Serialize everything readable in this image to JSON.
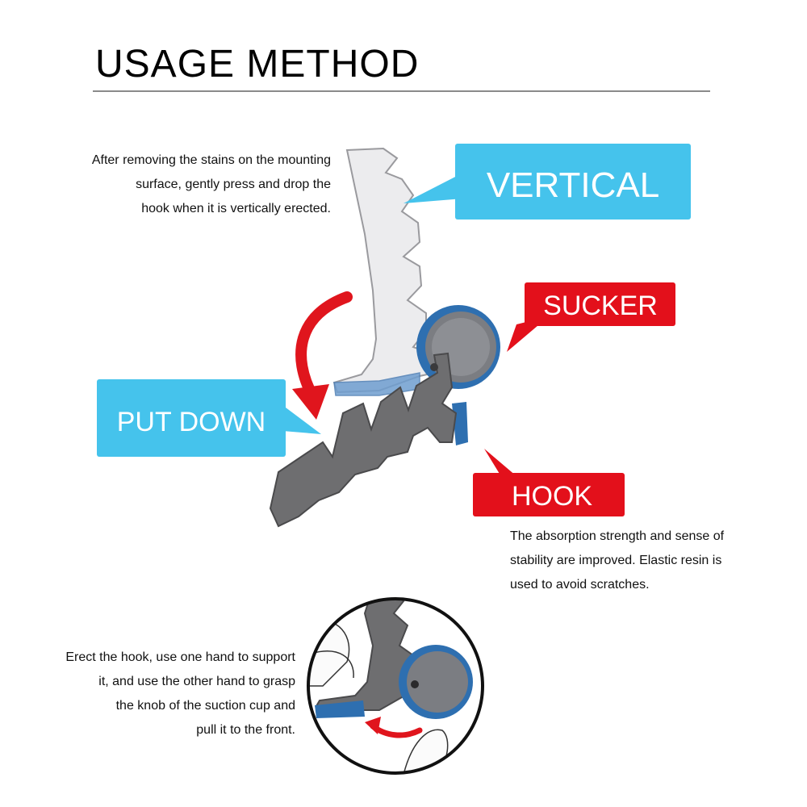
{
  "title": "USAGE METHOD",
  "labels": {
    "vertical": "VERTICAL",
    "sucker": "SUCKER",
    "put_down": "PUT DOWN",
    "hook": "HOOK"
  },
  "descriptions": {
    "top": [
      "After removing the stains on the mounting",
      "surface, gently press and drop the",
      "hook when it is vertically erected."
    ],
    "right": [
      "The absorption strength and sense of",
      "stability are improved. Elastic resin is",
      "used to avoid scratches."
    ],
    "bottom": [
      "Erect the hook, use one hand to support",
      "it, and use the other hand to grasp",
      "the knob of the suction cup and",
      "pull it to the front."
    ]
  },
  "colors": {
    "blue_callout": "#45c3ec",
    "red_callout": "#e3101b",
    "hook_gray": "#6e6e70",
    "sucker_blue": "#2e6fb0",
    "arrow_red": "#e0151d"
  }
}
